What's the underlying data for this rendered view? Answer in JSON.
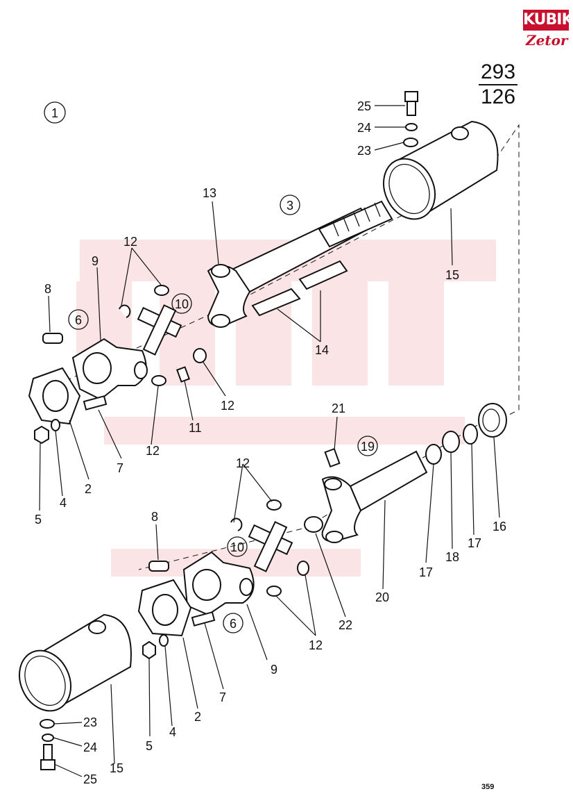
{
  "brand": {
    "top": "KUBIK",
    "bottom": "Zetor"
  },
  "figure_number": "1",
  "reference": {
    "numerator": "293",
    "denominator": "126"
  },
  "page_number": "359",
  "callouts": {
    "c25a": "25",
    "c24a": "24",
    "c23a": "23",
    "c13": "13",
    "c3": "3",
    "c15a": "15",
    "c12a": "12",
    "c9a": "9",
    "c8a": "8",
    "c6a": "6",
    "c10a": "10",
    "c14": "14",
    "c12b": "12",
    "c11": "11",
    "c12c": "12",
    "c7a": "7",
    "c2a": "2",
    "c5a": "5",
    "c4a": "4",
    "c21": "21",
    "c19": "19",
    "c16": "16",
    "c17a": "17",
    "c18": "18",
    "c17b": "17",
    "c20": "20",
    "c22": "22",
    "c12d": "12",
    "c8b": "8",
    "c10b": "10",
    "c6b": "6",
    "c9b": "9",
    "c12e": "12",
    "c7b": "7",
    "c2b": "2",
    "c4b": "4",
    "c5b": "5",
    "c23b": "23",
    "c24b": "24",
    "c25b": "25",
    "c15b": "15"
  }
}
